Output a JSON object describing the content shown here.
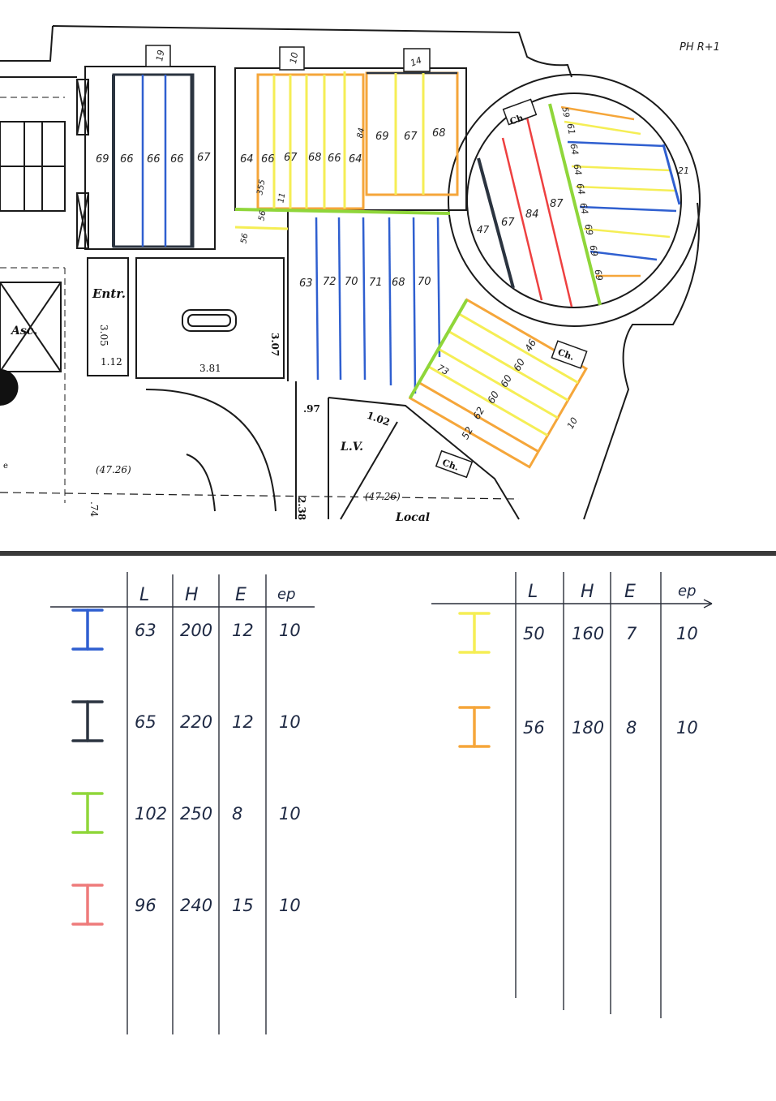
{
  "corner_note": "PH R+1",
  "plan_labels": {
    "entr": "Entr.",
    "asc": "Asc.",
    "lv": "L.V.",
    "local": "Local",
    "ch_1": "Ch.",
    "ch_2": "Ch.",
    "ch_3": "Ch.",
    "dim_305": "3.05",
    "dim_112": "1.12",
    "dim_381": "3.81",
    "dim_307": "3.07",
    "dim_097": ".97",
    "dim_102": "1.02",
    "dim_238": "2.38",
    "dim_74": ".74",
    "level_a": "(47.26)",
    "level_b": "(47.26)",
    "edge_e": "e"
  },
  "beam_labels": {
    "r1": [
      "69",
      "66",
      "66",
      "66",
      "67"
    ],
    "r1_top": "19",
    "r2": [
      "64",
      "66",
      "67",
      "68",
      "66",
      "64"
    ],
    "r2_top": "10",
    "r3": [
      "69",
      "67",
      "68"
    ],
    "r3_top": "14",
    "r3_side": "84",
    "r4": [
      "63",
      "72",
      "70",
      "71",
      "68",
      "70"
    ],
    "r4_small": [
      "56",
      "56",
      "11",
      "355"
    ],
    "r5": [
      "47",
      "67",
      "84",
      "87"
    ],
    "r5_right": [
      "61",
      "64",
      "64",
      "64",
      "64",
      "69",
      "69",
      "69"
    ],
    "r5_top": "59",
    "r5_edge": "21",
    "r6": [
      "73",
      "62",
      "60",
      "60",
      "60",
      "46",
      "52"
    ],
    "r6_edge": "10"
  },
  "table_headers": [
    "L",
    "H",
    "E",
    "ep"
  ],
  "left_table": [
    {
      "color_name": "blue",
      "color": "#2f5fd0",
      "L": "63",
      "H": "200",
      "E": "12",
      "ep": "10"
    },
    {
      "color_name": "black",
      "color": "#2b3440",
      "L": "65",
      "H": "220",
      "E": "12",
      "ep": "10"
    },
    {
      "color_name": "green",
      "color": "#8fd63a",
      "L": "102",
      "H": "250",
      "E": "8",
      "ep": "10"
    },
    {
      "color_name": "red",
      "color": "#ee7b7b",
      "L": "96",
      "H": "240",
      "E": "15",
      "ep": "10"
    }
  ],
  "right_table": [
    {
      "color_name": "yellow",
      "color": "#f5ee55",
      "L": "50",
      "H": "160",
      "E": "7",
      "ep": "10"
    },
    {
      "color_name": "orange",
      "color": "#f5a63a",
      "L": "56",
      "H": "180",
      "E": "8",
      "ep": "10"
    }
  ]
}
